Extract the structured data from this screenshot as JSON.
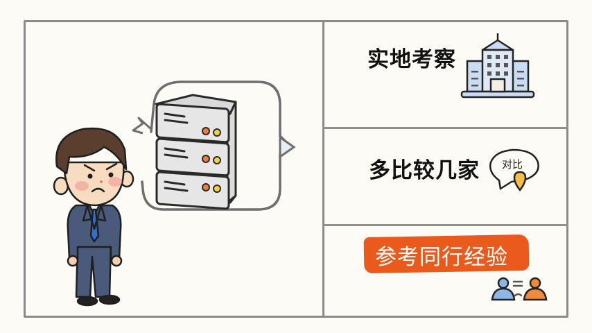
{
  "panels": {
    "left": {
      "character": "angry-businessman",
      "speech_bubble_content": "server-rack"
    },
    "right": [
      {
        "label": "实地考察",
        "icon": "building-icon"
      },
      {
        "label": "多比较几家",
        "icon": "compare-speech-bubble-icon",
        "icon_text": "对比"
      },
      {
        "label": "参考同行经验",
        "icon": "peer-exchange-icon",
        "highlighted": true
      }
    ]
  },
  "colors": {
    "background": "#fcfbf6",
    "border": "#8a8a8a",
    "highlight": "#ea5a1c",
    "building_blue": "#c9dcf2",
    "person_blue": "#8db8e6",
    "person_orange": "#ef8a3c",
    "pin_yellow": "#f6bd48",
    "led_orange": "#ef7d3c",
    "led_yellow": "#f4d23a",
    "suit": "#4a5a7a",
    "tie": "#2f6fd0"
  }
}
